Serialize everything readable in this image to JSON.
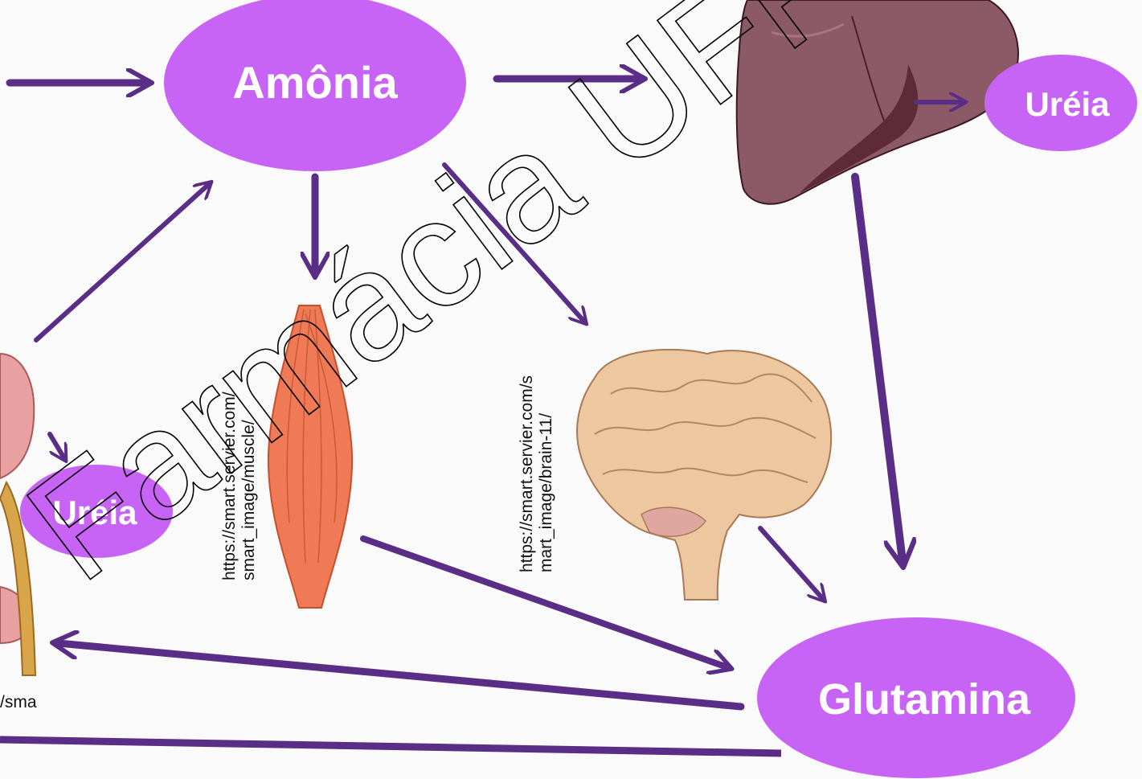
{
  "nodes": {
    "amonia": "Amônia",
    "ureia_liver": "Uréia",
    "ureia_kidney": "Uréia",
    "glutamina": "Glutamina"
  },
  "credits": {
    "muscle_line1": "https://smart.servier.com/",
    "muscle_line2": "smart_image/muscle/",
    "brain_line1": "https://smart.servier.com/s",
    "brain_line2": "mart_image/brain-11/",
    "kidney_partial": "/sma"
  },
  "watermark": "Farmácia UFPB",
  "colors": {
    "node_fill": "#c864f5",
    "arrow": "#5a2d86",
    "node_text": "#ffffff",
    "background": "#fafafa",
    "liver": "#8c5a66",
    "liver_dark": "#5e2a38",
    "muscle": "#f07a56",
    "brain": "#ecc7a0",
    "kidney": "#e8a0a0",
    "ureter": "#d9a54a"
  },
  "icons": [
    "liver-icon",
    "muscle-icon",
    "brain-icon",
    "kidney-icon"
  ]
}
